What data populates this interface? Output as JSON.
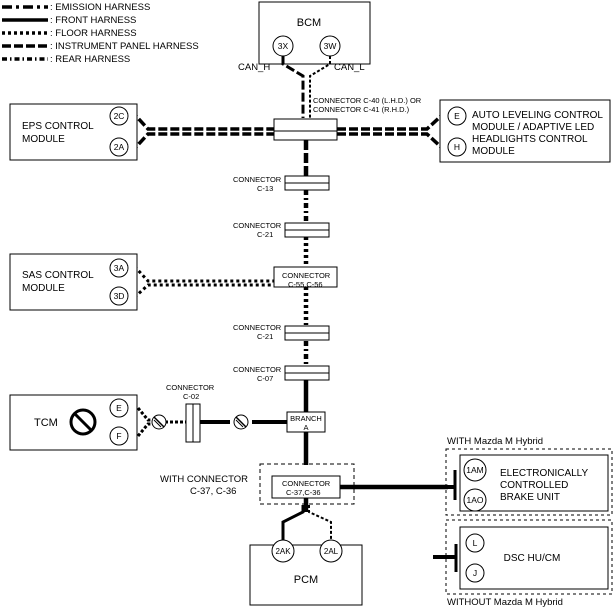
{
  "legend": [
    {
      "label": ": EMISSION HARNESS",
      "style": "emission"
    },
    {
      "label": ": FRONT HARNESS",
      "style": "front"
    },
    {
      "label": ": FLOOR HARNESS",
      "style": "floor"
    },
    {
      "label": ": INSTRUMENT PANEL HARNESS",
      "style": "instrument"
    },
    {
      "label": ": REAR HARNESS",
      "style": "rear"
    }
  ],
  "modules": {
    "bcm": {
      "label": "BCM",
      "pins": [
        "3X",
        "3W"
      ],
      "can_h": "CAN_H",
      "can_l": "CAN_L"
    },
    "eps": {
      "line1": "EPS CONTROL",
      "line2": "MODULE",
      "pins": [
        "2C",
        "2A"
      ]
    },
    "sas": {
      "line1": "SAS CONTROL",
      "line2": "MODULE",
      "pins": [
        "3A",
        "3D"
      ]
    },
    "tcm": {
      "label": "TCM",
      "pins": [
        "E",
        "F"
      ]
    },
    "auto_leveling": {
      "line1": "AUTO LEVELING CONTROL",
      "line2": "MODULE / ADAPTIVE LED",
      "line3": "HEADLIGHTS CONTROL",
      "line4": "MODULE",
      "pins": [
        "E",
        "H"
      ]
    },
    "ebu": {
      "line1": "ELECTRONICALLY",
      "line2": "CONTROLLED",
      "line3": "BRAKE UNIT",
      "pins": [
        "1AM",
        "1AO"
      ],
      "group_label": "WITH Mazda M Hybrid"
    },
    "dsc": {
      "label": "DSC HU/CM",
      "pins": [
        "L",
        "J"
      ],
      "group_label": "WITHOUT Mazda M Hybrid"
    },
    "pcm": {
      "label": "PCM",
      "pins": [
        "2AK",
        "2AL"
      ]
    }
  },
  "connectors": {
    "main": {
      "line1": "CONNECTOR C-40 (L.H.D.) OR",
      "line2": "CONNECTOR C-41 (R.H.D.)"
    },
    "c13": {
      "line1": "CONNECTOR",
      "line2": "C-13"
    },
    "c21a": {
      "line1": "CONNECTOR",
      "line2": "C-21"
    },
    "c5556": {
      "line1": "CONNECTOR",
      "line2": "C-55,C-56"
    },
    "c21b": {
      "line1": "CONNECTOR",
      "line2": "C-21"
    },
    "c07": {
      "line1": "CONNECTOR",
      "line2": "C-07"
    },
    "c02": {
      "line1": "CONNECTOR",
      "line2": "C-02"
    },
    "branch": {
      "line1": "BRANCH",
      "line2": "A"
    },
    "c3736": {
      "line1": "CONNECTOR",
      "line2": "C-37,C-36",
      "with_line1": "WITH CONNECTOR",
      "with_line2": "C-37, C-36"
    }
  }
}
